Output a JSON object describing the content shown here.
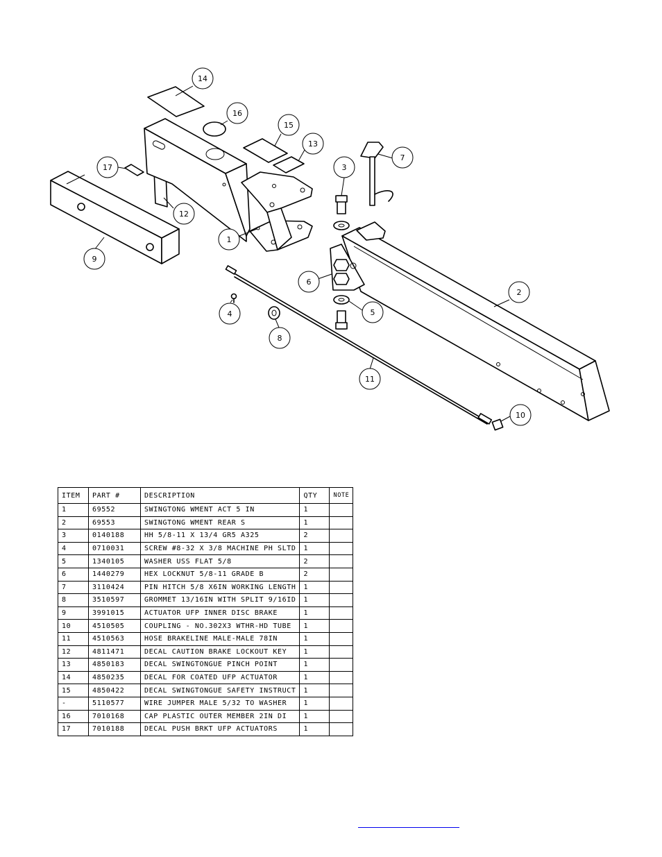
{
  "balloons": [
    "14",
    "16",
    "15",
    "13",
    "7",
    "17",
    "3",
    "12",
    "1",
    "9",
    "6",
    "2",
    "4",
    "8",
    "5",
    "11",
    "10"
  ],
  "table": {
    "headers": [
      "ITEM",
      "PART #",
      "DESCRIPTION",
      "QTY",
      "NOTE"
    ],
    "rows": [
      [
        "1",
        "69552",
        "SWINGTONG WMENT ACT 5 IN",
        "1",
        ""
      ],
      [
        "2",
        "69553",
        "SWINGTONG WMENT REAR S",
        "1",
        ""
      ],
      [
        "3",
        "0140188",
        "HH 5/8-11 X 13/4  GR5 A325",
        "2",
        ""
      ],
      [
        "4",
        "0710031",
        "SCREW #8-32 X 3/8 MACHINE PH SLTD",
        "1",
        ""
      ],
      [
        "5",
        "1340105",
        "WASHER USS FLAT 5/8",
        "2",
        ""
      ],
      [
        "6",
        "1440279",
        "HEX LOCKNUT 5/8-11 GRADE B",
        "2",
        ""
      ],
      [
        "7",
        "3110424",
        "PIN HITCH 5/8 X6IN WORKING LENGTH",
        "1",
        ""
      ],
      [
        "8",
        "3510597",
        "GROMMET 13/16IN  WITH SPLIT 9/16ID",
        "1",
        ""
      ],
      [
        "9",
        "3991015",
        "ACTUATOR UFP INNER  DISC BRAKE",
        "1",
        ""
      ],
      [
        "10",
        "4510505",
        "COUPLING - NO.302X3 WTHR-HD TUBE",
        "1",
        ""
      ],
      [
        "11",
        "4510563",
        "HOSE BRAKELINE MALE-MALE 78IN",
        "1",
        ""
      ],
      [
        "12",
        "4811471",
        "DECAL CAUTION BRAKE LOCKOUT KEY",
        "1",
        ""
      ],
      [
        "13",
        "4850183",
        "DECAL SWINGTONGUE PINCH POINT",
        "1",
        ""
      ],
      [
        "14",
        "4850235",
        "DECAL FOR COATED UFP ACTUATOR",
        "1",
        ""
      ],
      [
        "15",
        "4850422",
        "DECAL SWINGTONGUE SAFETY INSTRUCT",
        "1",
        ""
      ],
      [
        "-",
        "5110577",
        "WIRE JUMPER MALE 5/32 TO WASHER",
        "1",
        ""
      ],
      [
        "16",
        "7010168",
        "CAP  PLASTIC OUTER MEMBER 2IN DI",
        "1",
        ""
      ],
      [
        "17",
        "7010188",
        "DECAL PUSH BRKT UFP ACTUATORS",
        "1",
        ""
      ]
    ]
  },
  "footer": {
    "link_color": "#0000ee"
  }
}
